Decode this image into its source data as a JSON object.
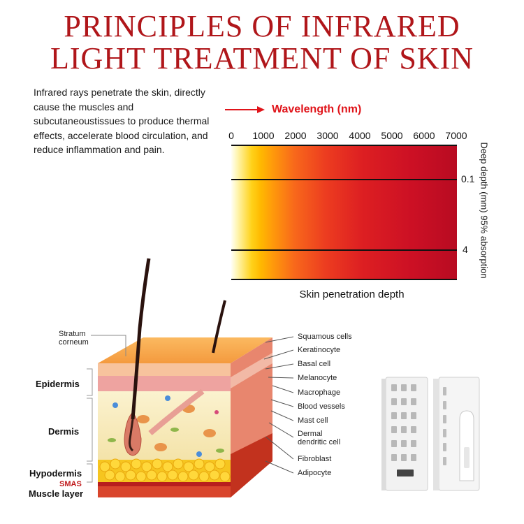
{
  "title": {
    "line1": "PRINCIPLES OF INFRARED",
    "line2": "LIGHT TREATMENT OF SKIN"
  },
  "description": "Infrared rays penetrate the skin, directly cause the muscles and subcutaneoustissues to produce thermal effects, accelerate blood circulation, and reduce inflammation and pain.",
  "wavelength_chart": {
    "axis_label": "Wavelength (nm)",
    "ticks": [
      "0",
      "1000",
      "2000",
      "3000",
      "4000",
      "5000",
      "6000",
      "7000"
    ],
    "depth_axis_label": "Deep depth (mm) 95% absorption",
    "depth_values": [
      "0.1",
      "4"
    ],
    "bottom_label": "Skin penetration depth"
  },
  "skin_diagram": {
    "top_label": "Stratum corneum",
    "left_labels": [
      "Epidermis",
      "Dermis",
      "Hypodermis",
      "SMAS",
      "Muscle layer"
    ],
    "right_labels": [
      "Squamous cells",
      "Keratinocyte",
      "Basal cell",
      "Melanocyte",
      "Macrophage",
      "Blood vessels",
      "Mast cell",
      "Dermal dendritic cell",
      "Fibroblast",
      "Adipocyte"
    ]
  },
  "colors": {
    "title": "#b0161a",
    "wavelength_label": "#e0141a"
  }
}
